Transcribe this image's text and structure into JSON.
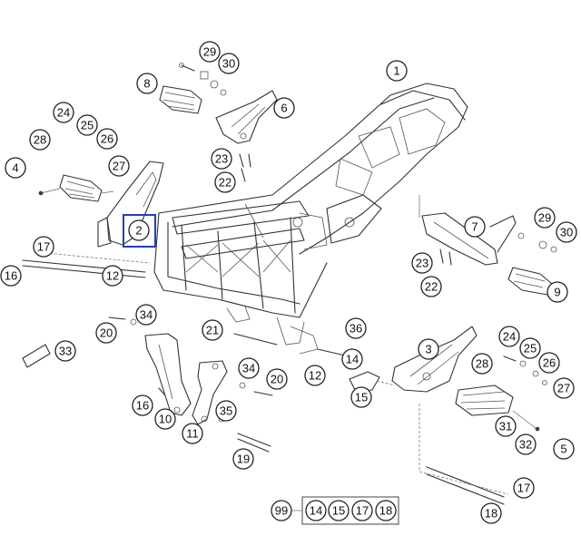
{
  "diagram": {
    "highlight_color": "#1f3fbf",
    "callouts": [
      "1",
      "2",
      "3",
      "4",
      "5",
      "6",
      "7",
      "8",
      "9",
      "10",
      "11",
      "12",
      "14",
      "15",
      "16",
      "17",
      "18",
      "19",
      "20",
      "21",
      "22",
      "23",
      "24",
      "25",
      "26",
      "27",
      "28",
      "29",
      "30",
      "31",
      "32",
      "33",
      "34",
      "35",
      "36"
    ],
    "kit_label": "99",
    "kit_items": [
      "14",
      "15",
      "17",
      "18"
    ]
  }
}
